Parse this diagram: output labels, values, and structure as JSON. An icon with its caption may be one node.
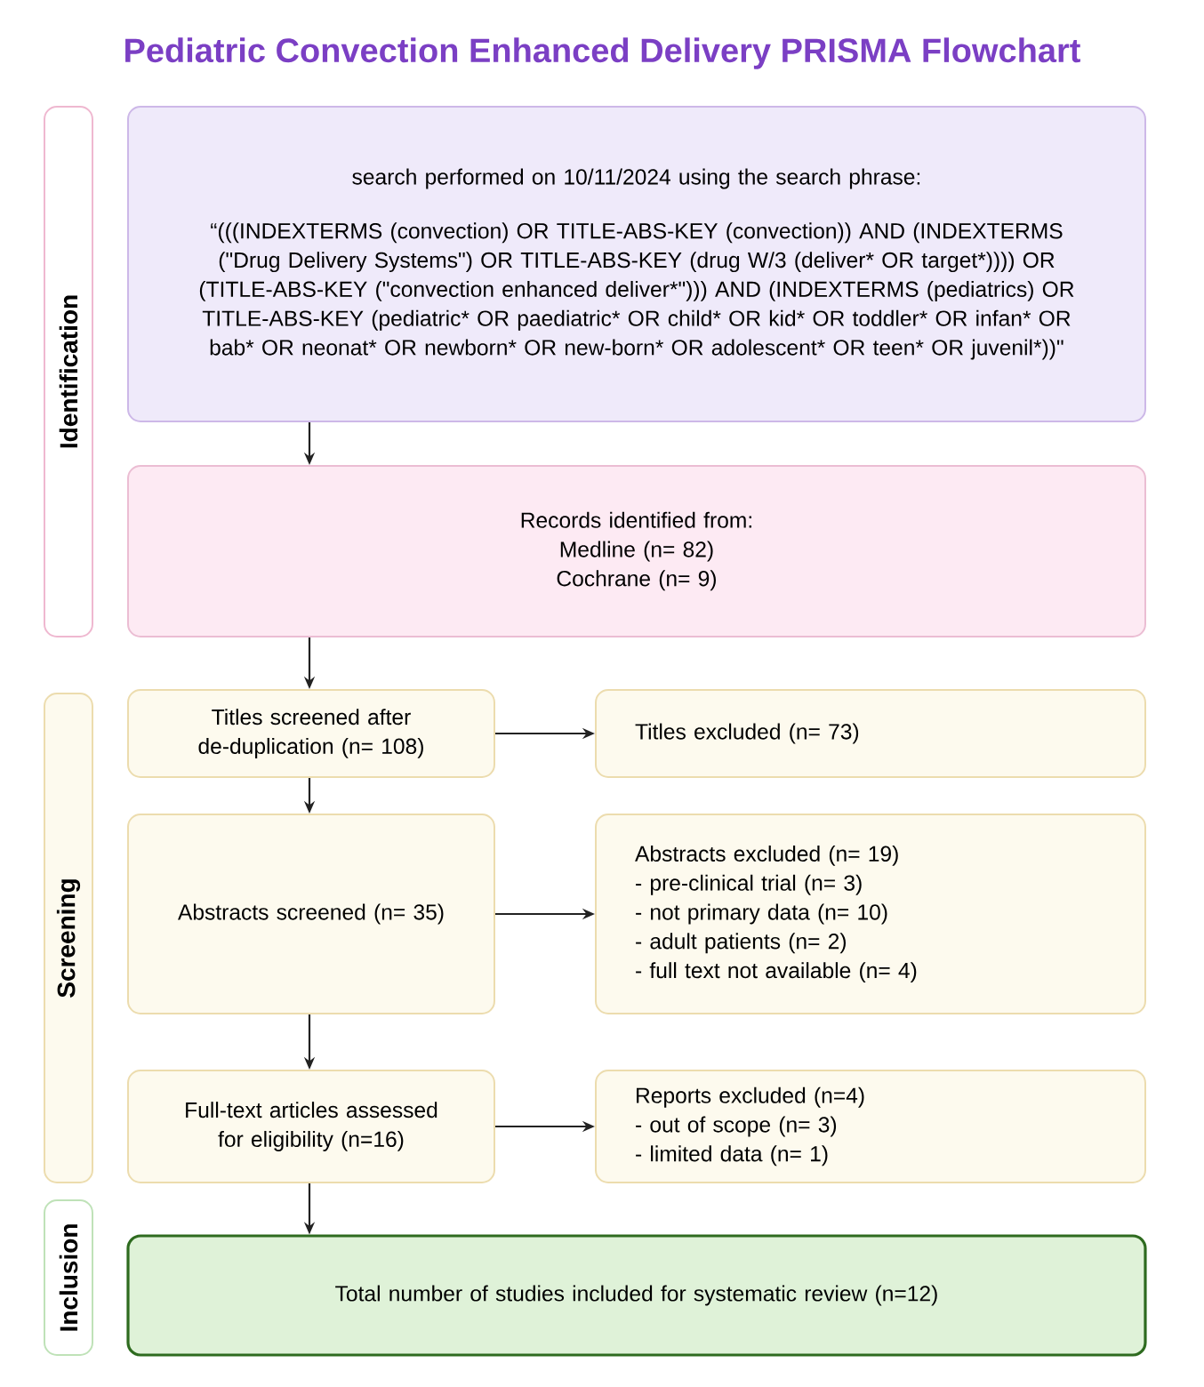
{
  "diagram": {
    "title": "Pediatric Convection Enhanced Delivery PRISMA Flowchart",
    "nodes": [
      {
        "text": [
          "Identification"
        ]
      },
      {
        "text": [
          "search performed on 10/11/2024 using the search phrase:",
          "“(((INDEXTERMS (convection) OR TITLE-ABS-KEY (convection)) AND (INDEXTERMS (\"Drug Delivery Systems\") OR TITLE-ABS-KEY (drug W/3 (deliver* OR target*)))) OR (TITLE-ABS-KEY (\"convection enhanced deliver*\"))) AND (INDEXTERMS (pediatrics) OR TITLE-ABS-KEY (pediatric* OR paediatric* OR child* OR kid* OR toddler* OR infan* OR bab* OR neonat* OR newborn* OR new-born* OR adolescent* OR teen* OR juvenil*))\""
        ]
      },
      {
        "text": [
          "Records identified from:",
          "Medline (n= 82)",
          "Cochrane (n= 9)"
        ]
      },
      {
        "text": [
          "Screening"
        ]
      },
      {
        "text": [
          "Titles screened after de-duplication (n= 108)"
        ]
      },
      {
        "text": [
          "Titles excluded  (n= 73)"
        ]
      },
      {
        "text": [
          "Abstracts screened (n= 35)"
        ]
      },
      {
        "text": [
          "Abstracts excluded (n= 19)",
          "- pre-clinical trial (n= 3)",
          "- not primary data (n= 10)",
          "- adult patients (n= 2)",
          "- full text not available (n= 4)"
        ]
      },
      {
        "text": [
          "Full-text articles assessed for eligibility (n=16)"
        ]
      },
      {
        "text": [
          "Reports excluded (n=4)",
          "- out of scope (n= 3)",
          "- limited data (n= 1)"
        ]
      },
      {
        "text": [
          "Inclusion"
        ]
      },
      {
        "text": [
          "Total number of studies included for systematic review (n=12)"
        ]
      }
    ],
    "edges": [
      {
        "from": 1,
        "to": 2,
        "arrow": "to"
      },
      {
        "from": 2,
        "to": 4,
        "arrow": "to"
      },
      {
        "from": 4,
        "to": 5,
        "arrow": "to"
      },
      {
        "from": 4,
        "to": 6,
        "arrow": "to"
      },
      {
        "from": 6,
        "to": 7,
        "arrow": "to"
      },
      {
        "from": 6,
        "to": 8,
        "arrow": "to"
      },
      {
        "from": 8,
        "to": 9,
        "arrow": "to"
      },
      {
        "from": 8,
        "to": 11,
        "arrow": "to"
      }
    ]
  }
}
